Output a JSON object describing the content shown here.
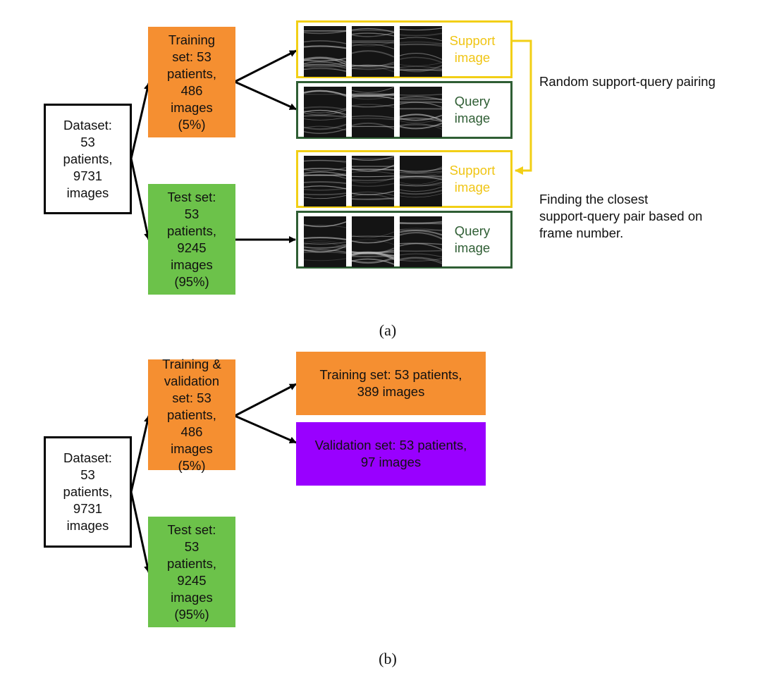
{
  "panel_a": {
    "dataset": "Dataset:\n53\npatients,\n9731\nimages",
    "training_set": "Training\nset: 53\npatients,\n486\nimages\n(5%)",
    "test_set": "Test set:\n53\npatients,\n9245\nimages\n(95%)",
    "support_label": "Support\nimage",
    "query_label": "Query\nimage",
    "random_pairing_note": "Random support-query pairing",
    "closest_pair_note": "Finding the closest\nsupport-query pair based on\nframe number.",
    "caption": "(a)"
  },
  "panel_b": {
    "dataset": "Dataset:\n53\npatients,\n9731\nimages",
    "train_val_set": "Training &\nvalidation\nset: 53\npatients,\n486\nimages\n(5%)",
    "test_set": "Test set:\n53\npatients,\n9245\nimages\n(95%)",
    "training_set": "Training set: 53 patients,\n389 images",
    "validation_set": "Validation set: 53 patients,\n97 images",
    "caption": "(b)"
  },
  "colors": {
    "orange": "#f58f31",
    "green": "#6cc24a",
    "purple": "#9900ff",
    "support_yellow": "#f2cf16",
    "query_green": "#2f5e34"
  }
}
